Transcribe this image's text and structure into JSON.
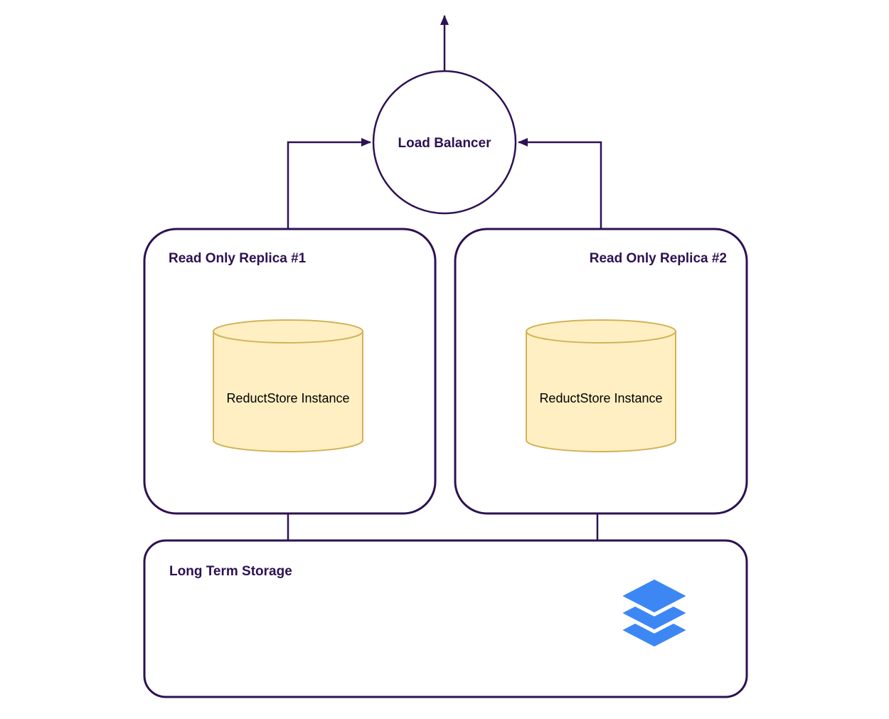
{
  "diagram": {
    "load_balancer": {
      "label": "Load Balancer"
    },
    "replica1": {
      "label": "Read Only Replica #1"
    },
    "replica2": {
      "label": "Read Only Replica #2"
    },
    "instance1": {
      "label": "ReductStore Instance"
    },
    "instance2": {
      "label": "ReductStore Instance"
    },
    "storage": {
      "label": "Long Term Storage"
    },
    "icons": {
      "storage_icon": "layers-icon"
    },
    "colors": {
      "line": "#2d1152",
      "text": "#2d1152",
      "cylinder_fill": "#ffefc2",
      "cylinder_stroke": "#d2b258",
      "layers_blue": "#3d87f4",
      "background": "#ffffff"
    }
  }
}
